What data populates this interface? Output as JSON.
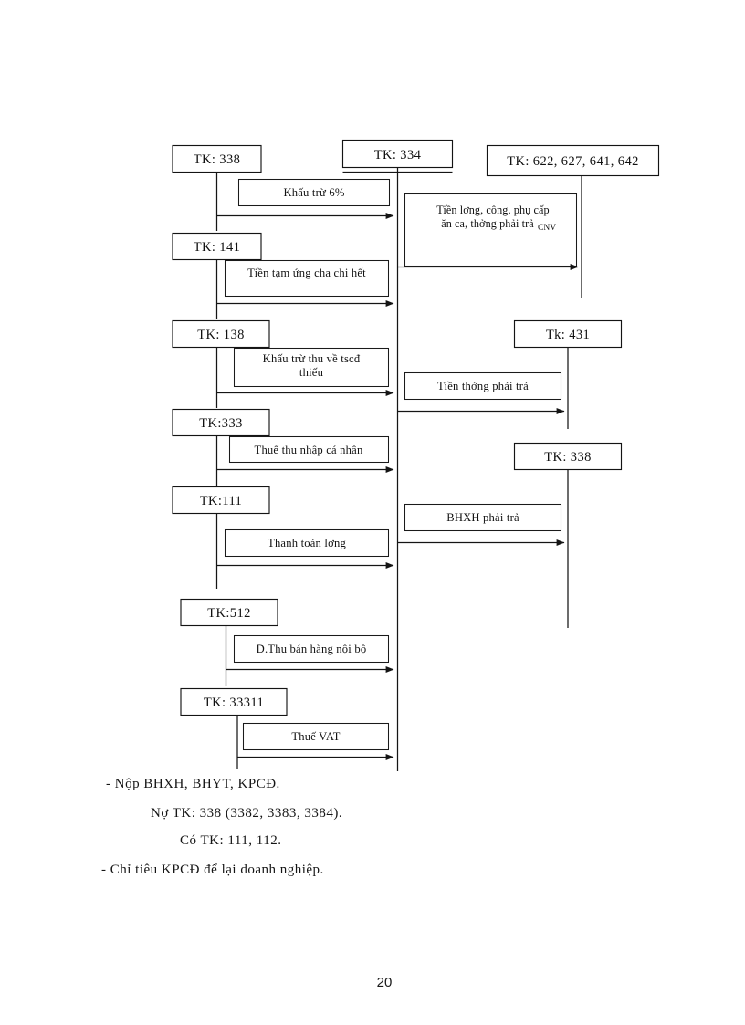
{
  "document": {
    "page_number": "20",
    "language": "vi"
  },
  "diagram": {
    "type": "t-account-flow",
    "left_accounts": [
      {
        "id": "tk338a",
        "label": "TK: 338"
      },
      {
        "id": "tk141",
        "label": "TK: 141"
      },
      {
        "id": "tk138",
        "label": "TK: 138"
      },
      {
        "id": "tk333",
        "label": "TK:333"
      },
      {
        "id": "tk111",
        "label": "TK:111"
      },
      {
        "id": "tk512",
        "label": "TK:512"
      },
      {
        "id": "tk33311",
        "label": "TK: 33311"
      }
    ],
    "center_account": {
      "id": "tk334",
      "label": "TK: 334"
    },
    "right_accounts": [
      {
        "id": "tk622",
        "label": "TK: 622, 627, 641, 642"
      },
      {
        "id": "tk431",
        "label": "Tk: 431"
      },
      {
        "id": "tk338b",
        "label": "TK: 338"
      }
    ],
    "left_flows": [
      {
        "id": "f-khautru6",
        "label": "Khấu trừ 6%",
        "from": "tk338a",
        "to": "tk334"
      },
      {
        "id": "f-tamung",
        "label": "Tiền tạm ứng cha   chi hết",
        "from": "tk141",
        "to": "tk334"
      },
      {
        "id": "f-thutscd1",
        "label": "Khấu trừ thu  về tscđ",
        "from": "tk138",
        "to": "tk334"
      },
      {
        "id": "f-thutscd2",
        "label": "thiếu",
        "from": "tk138",
        "to": "tk334"
      },
      {
        "id": "f-thue-tncn",
        "label": "Thuế thu nhập cá nhân",
        "from": "tk333",
        "to": "tk334"
      },
      {
        "id": "f-thanhtoan",
        "label": "Thanh toán lơng",
        "from": "tk111",
        "to": "tk334"
      },
      {
        "id": "f-dthu",
        "label": "D.Thu bán hàng nội bộ",
        "from": "tk512",
        "to": "tk334"
      },
      {
        "id": "f-vat",
        "label": "Thuế VAT",
        "from": "tk33311",
        "to": "tk334"
      }
    ],
    "right_flows": [
      {
        "id": "f-tienluong",
        "label_line1": "Tiền lơng,   công, phụ cấp",
        "label_line2": "ăn ca, thởng   phải trả",
        "label_sub": "CNV",
        "from": "tk334",
        "to": "tk622"
      },
      {
        "id": "f-tienthuong",
        "label": "Tiền thởng   phải trả",
        "from": "tk334",
        "to": "tk431"
      },
      {
        "id": "f-bhxh",
        "label": "BHXH phải trả",
        "from": "tk334",
        "to": "tk338b"
      }
    ]
  },
  "notes": {
    "line1": "- Nộp BHXH, BHYT,  KPCĐ.",
    "line2": "Nợ TK:  338 (3382, 3383, 3384).",
    "line3": "Có TK:  111, 112.",
    "line4": "- Chỉ tiêu KPCĐ để lại doanh nghiệp."
  }
}
